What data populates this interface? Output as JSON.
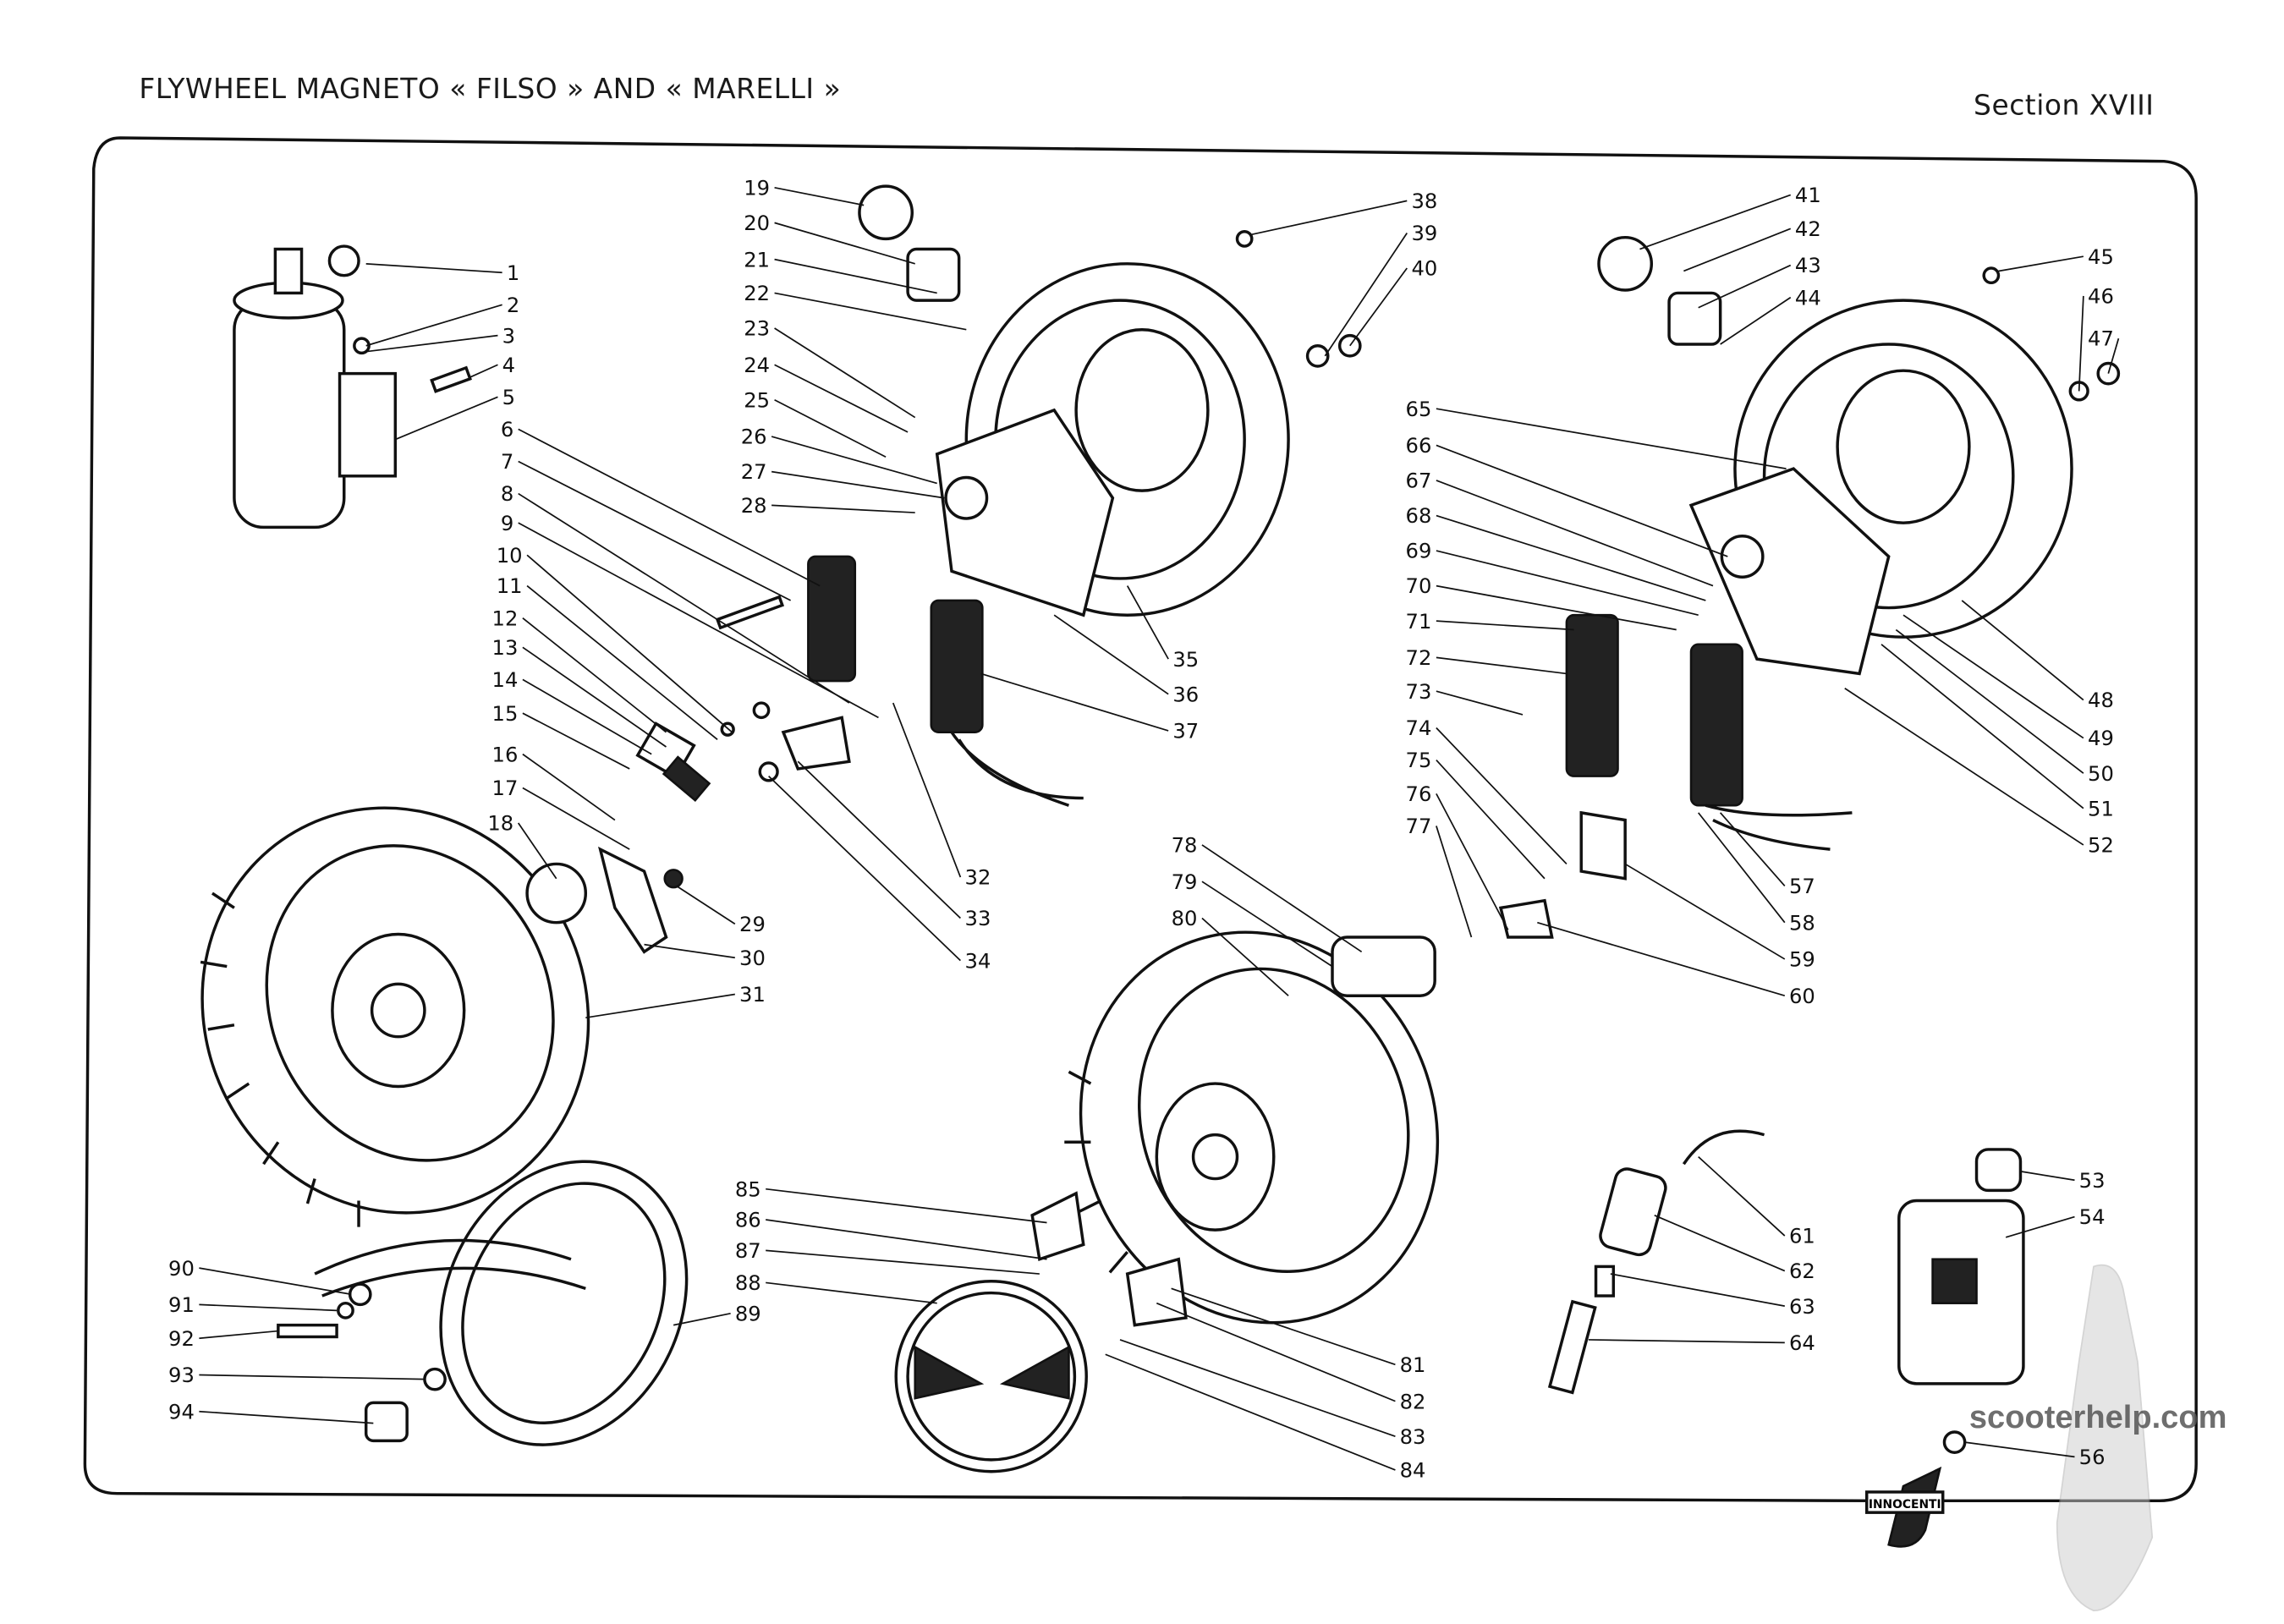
{
  "header": {
    "title": "FLYWHEEL MAGNETO « FILSO » AND « MARELLI »",
    "section": "Section XVIII"
  },
  "labels": [
    "1",
    "2",
    "3",
    "4",
    "5",
    "6",
    "7",
    "8",
    "9",
    "10",
    "11",
    "12",
    "13",
    "14",
    "15",
    "16",
    "17",
    "18",
    "19",
    "20",
    "21",
    "22",
    "23",
    "24",
    "25",
    "26",
    "27",
    "28",
    "29",
    "30",
    "31",
    "32",
    "33",
    "34",
    "35",
    "36",
    "37",
    "38",
    "39",
    "40",
    "41",
    "42",
    "43",
    "44",
    "45",
    "46",
    "47",
    "48",
    "49",
    "50",
    "51",
    "52",
    "53",
    "54",
    "56",
    "57",
    "58",
    "59",
    "60",
    "61",
    "62",
    "63",
    "64",
    "65",
    "66",
    "67",
    "68",
    "69",
    "70",
    "71",
    "72",
    "73",
    "74",
    "75",
    "76",
    "77",
    "78",
    "79",
    "80",
    "81",
    "82",
    "83",
    "84",
    "85",
    "86",
    "87",
    "88",
    "89",
    "90",
    "91",
    "92",
    "93",
    "94"
  ],
  "logo": "INNOCENTI",
  "watermark": "scooterhelp.com"
}
